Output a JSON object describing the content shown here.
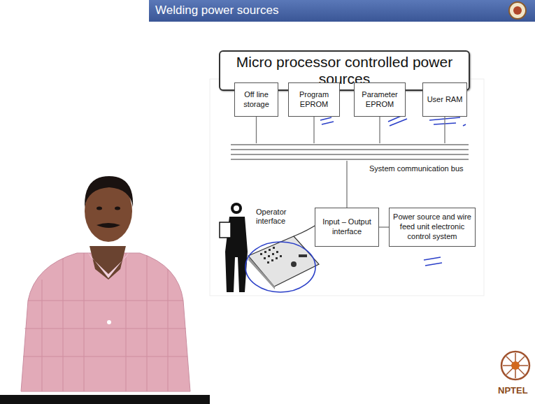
{
  "diagram": {
    "title": "Welding power sources",
    "nodes": [
      {
        "text": [
          "Micro processor controlled power sources"
        ]
      },
      {
        "text": [
          "Off line storage"
        ]
      },
      {
        "text": [
          "Program EPROM"
        ]
      },
      {
        "text": [
          "Parameter EPROM"
        ]
      },
      {
        "text": [
          "User RAM"
        ]
      },
      {
        "text": [
          "System communication bus"
        ]
      },
      {
        "text": [
          "Input – Output interface"
        ]
      },
      {
        "text": [
          "Power source and wire feed unit electronic control system"
        ]
      }
    ],
    "edges": [
      {
        "from": 1,
        "to": 5,
        "arrow": "none"
      },
      {
        "from": 2,
        "to": 5,
        "arrow": "none"
      },
      {
        "from": 3,
        "to": 5,
        "arrow": "none"
      },
      {
        "from": 4,
        "to": 5,
        "arrow": "none"
      },
      {
        "from": 5,
        "to": 6,
        "arrow": "none"
      },
      {
        "from": 6,
        "to": 7,
        "arrow": "none"
      }
    ],
    "labels": [
      "Operator interface",
      "NPTEL"
    ]
  }
}
